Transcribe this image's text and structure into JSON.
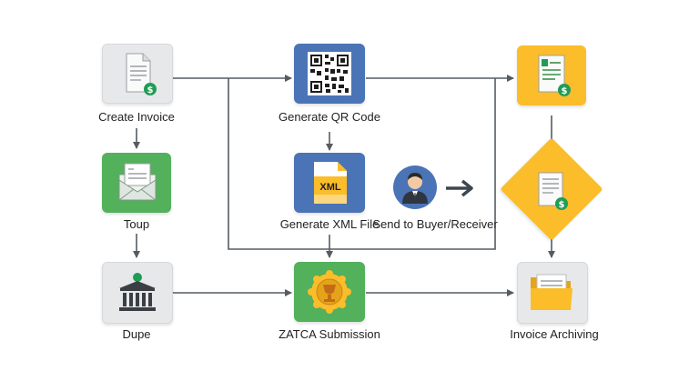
{
  "nodes": {
    "create_invoice": {
      "label": "Create Invoice",
      "icon": "invoice-dollar-icon"
    },
    "generate_qr": {
      "label": "Generate QR Code",
      "icon": "qr-code-icon"
    },
    "top_right_invoice": {
      "icon": "invoice-dollar-icon"
    },
    "toup": {
      "label": "Toup",
      "icon": "envelope-icon"
    },
    "generate_xml": {
      "label": "Generate XML File",
      "icon": "xml-file-icon",
      "file_text": "XML"
    },
    "send_buyer": {
      "label": "Send to Buyer/Receiver",
      "icon": "person-icon"
    },
    "decision": {
      "icon": "invoice-dollar-icon"
    },
    "dupe": {
      "label": "Dupe",
      "icon": "bank-building-icon"
    },
    "zatca": {
      "label": "ZATCA Submission",
      "icon": "seal-award-icon"
    },
    "archiving": {
      "label": "Invoice Archiving",
      "icon": "folder-icon"
    }
  },
  "colors": {
    "gray": "#e7e8ea",
    "blue": "#4a74b6",
    "green": "#53b05b",
    "orange": "#fbbd29",
    "line": "#555b63",
    "money": "#1f9d55"
  }
}
